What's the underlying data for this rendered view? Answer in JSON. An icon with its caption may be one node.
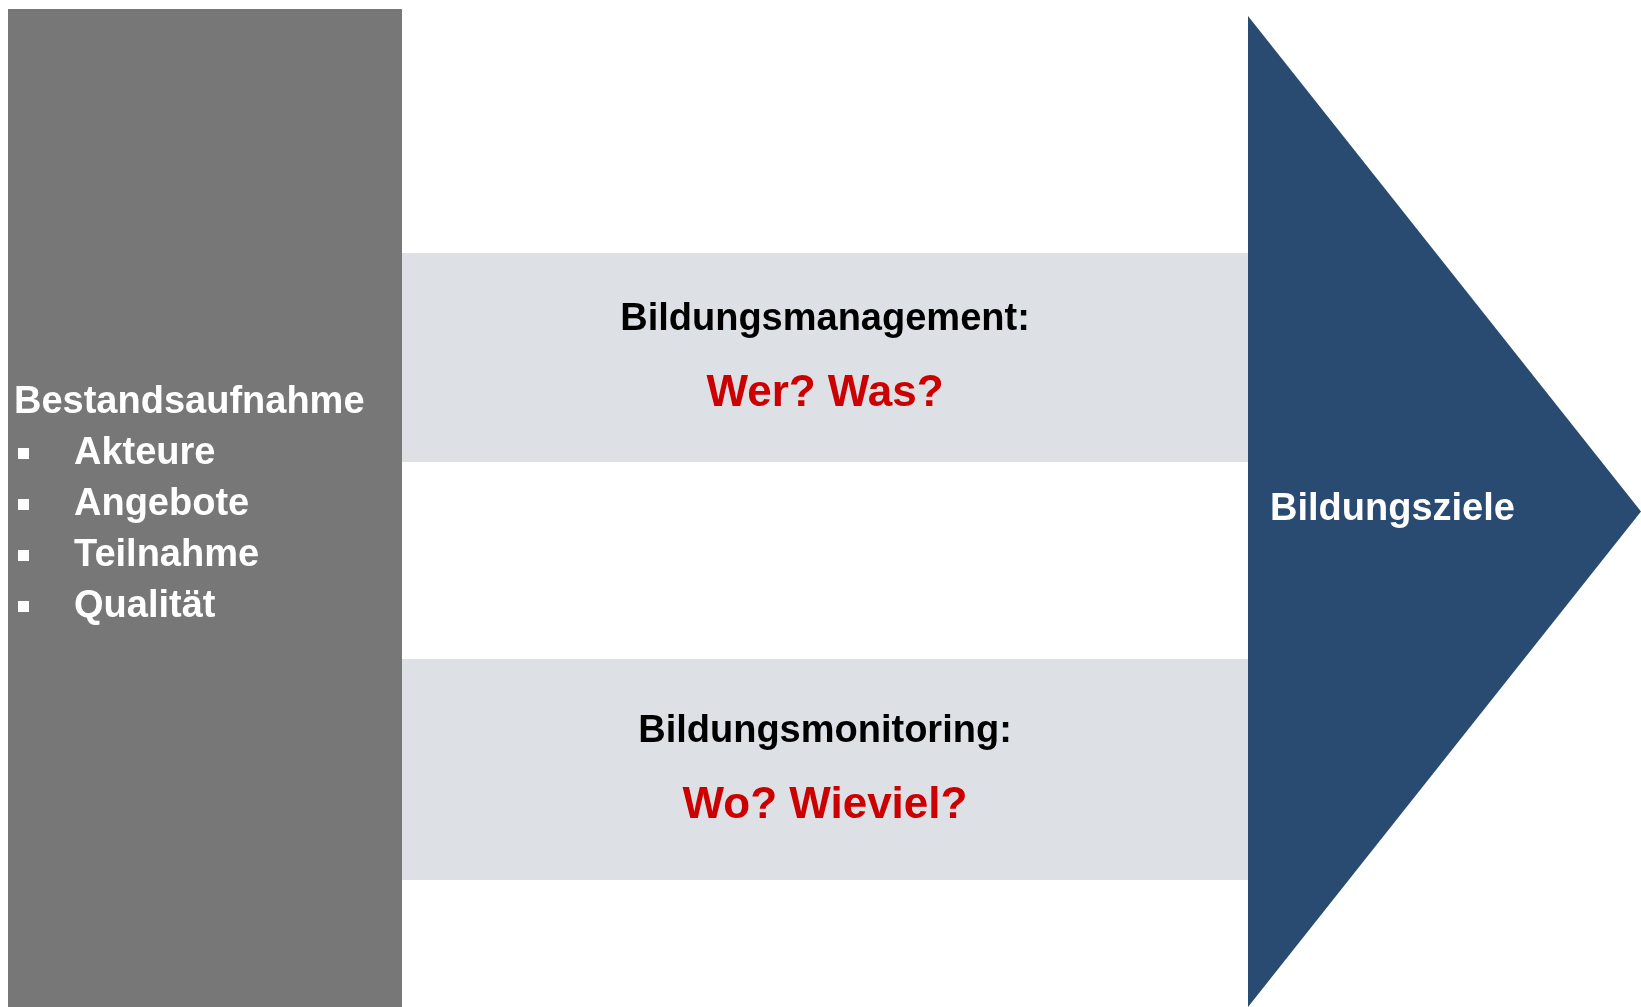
{
  "diagram": {
    "nodes": [
      {
        "text": [
          "Bestandsaufnahme",
          "Akteure",
          "Angebote",
          "Teilnahme",
          "Qualität"
        ]
      },
      {
        "text": [
          "Bildungsmanagement:",
          "Wer? Was?"
        ]
      },
      {
        "text": [
          "Bildungsmonitoring:",
          "Wo? Wieviel?"
        ]
      },
      {
        "text": [
          "Bildungsziele"
        ]
      }
    ]
  }
}
